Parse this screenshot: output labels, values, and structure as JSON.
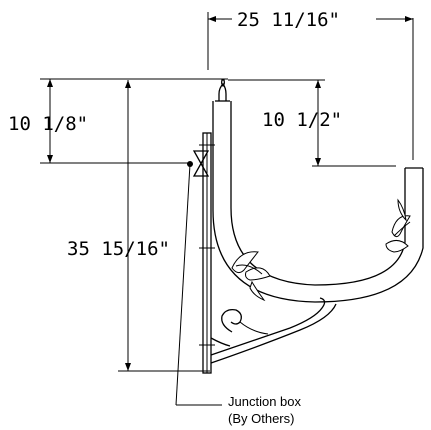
{
  "dimensions": {
    "overall_width": "25 11/16\"",
    "left_height": "10 1/8\"",
    "arm_drop": "10 1/2\"",
    "overall_height": "35 15/16\""
  },
  "callout": {
    "line1": "Junction box",
    "line2": "(By Others)"
  }
}
